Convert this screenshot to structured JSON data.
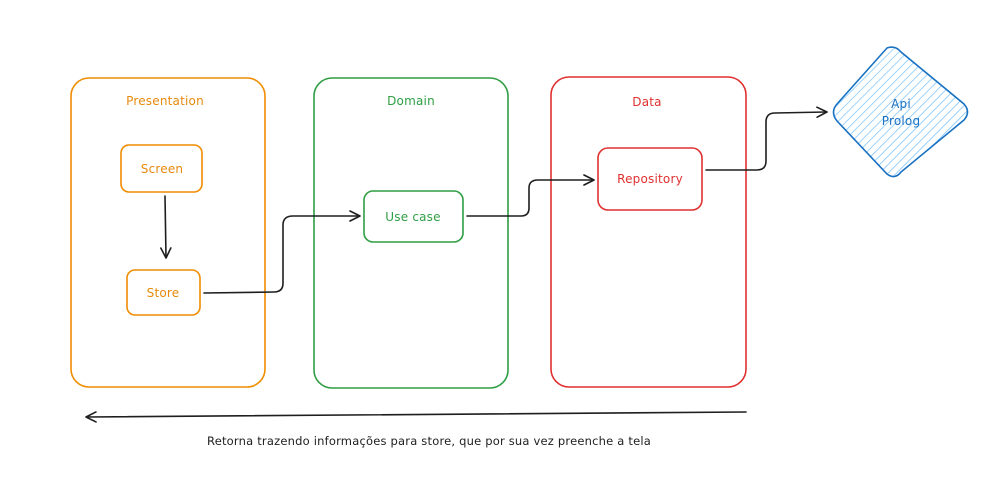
{
  "colors": {
    "presentation": "#f08c00",
    "domain": "#2f9e44",
    "data": "#e03131",
    "api": "#1971c2",
    "arrow": "#1e1e1e"
  },
  "layers": {
    "presentation": {
      "title": "Presentation"
    },
    "domain": {
      "title": "Domain"
    },
    "data": {
      "title": "Data"
    }
  },
  "nodes": {
    "screen": "Screen",
    "store": "Store",
    "use_case": "Use case",
    "repository": "Repository",
    "api_line1": "Api",
    "api_line2": "Prolog"
  },
  "footer": {
    "return_note": "Retorna trazendo informações para store, que por sua vez preenche a tela"
  }
}
